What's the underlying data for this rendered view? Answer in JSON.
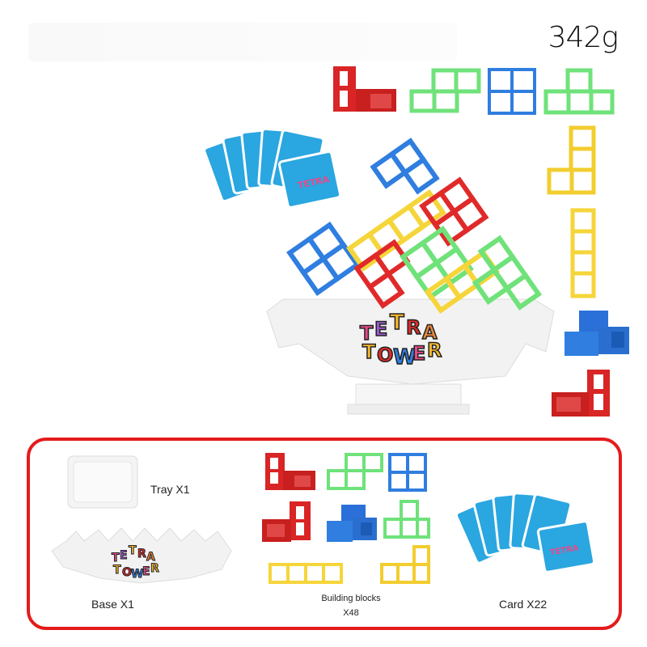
{
  "product": {
    "name_logo": "TETRA TOWER",
    "weight": "342g"
  },
  "colors": {
    "red": "#e02a2a",
    "green": "#6fe27a",
    "blue": "#2f7ee0",
    "yellow": "#f5d53a",
    "card_blue": "#2aa6e0",
    "border_red": "#e41b1b",
    "base_white": "#f2f2f2"
  },
  "contents": {
    "tray": "Tray X1",
    "base": "Base X1",
    "blocks_title": "Building blocks",
    "blocks_count": "X48",
    "card": "Card X22"
  },
  "icons": [
    "tetromino-block-icon",
    "card-deck-icon",
    "balance-base-icon",
    "tray-icon"
  ]
}
